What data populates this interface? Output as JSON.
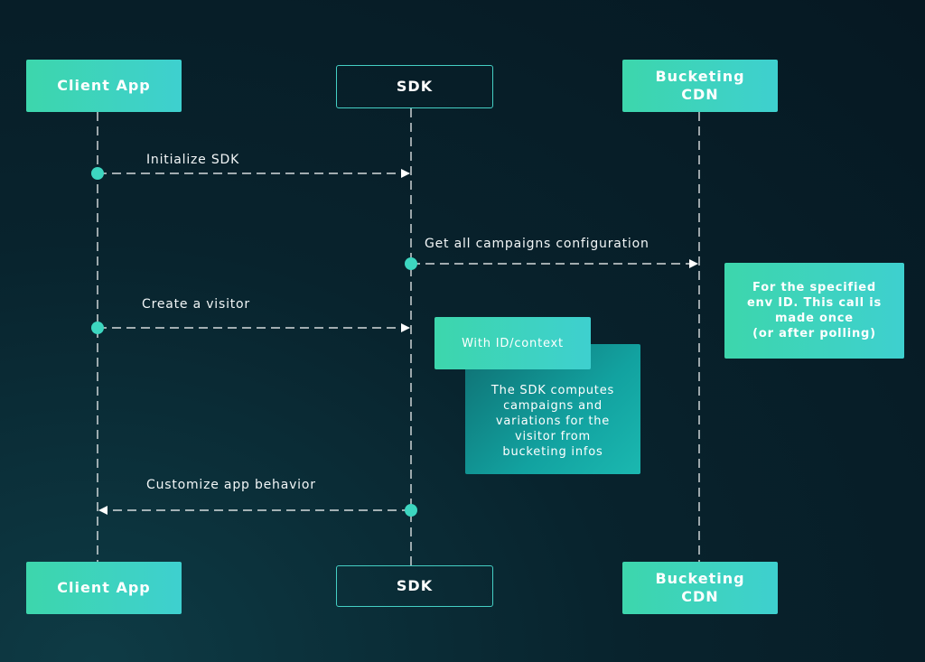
{
  "participants": {
    "client_app": "Client App",
    "sdk": "SDK",
    "cdn_line1": "Bucketing",
    "cdn_line2": "CDN"
  },
  "messages": {
    "init": "Initialize SDK",
    "get_config": "Get all campaigns configuration",
    "create_visitor": "Create a visitor",
    "customize": "Customize app behavior"
  },
  "notes": {
    "cdn": [
      "For the specified",
      "env ID. This call is",
      "made once",
      "(or after polling)"
    ],
    "context": "With ID/context",
    "sdk_compute": [
      "The SDK computes",
      "campaigns and",
      "variations for the",
      "visitor from",
      "bucketing infos"
    ]
  },
  "colors": {
    "accent": "#3dd6ac",
    "accent2": "#3ed0cf",
    "background": "#061822",
    "lifeline": "#ffffff"
  }
}
